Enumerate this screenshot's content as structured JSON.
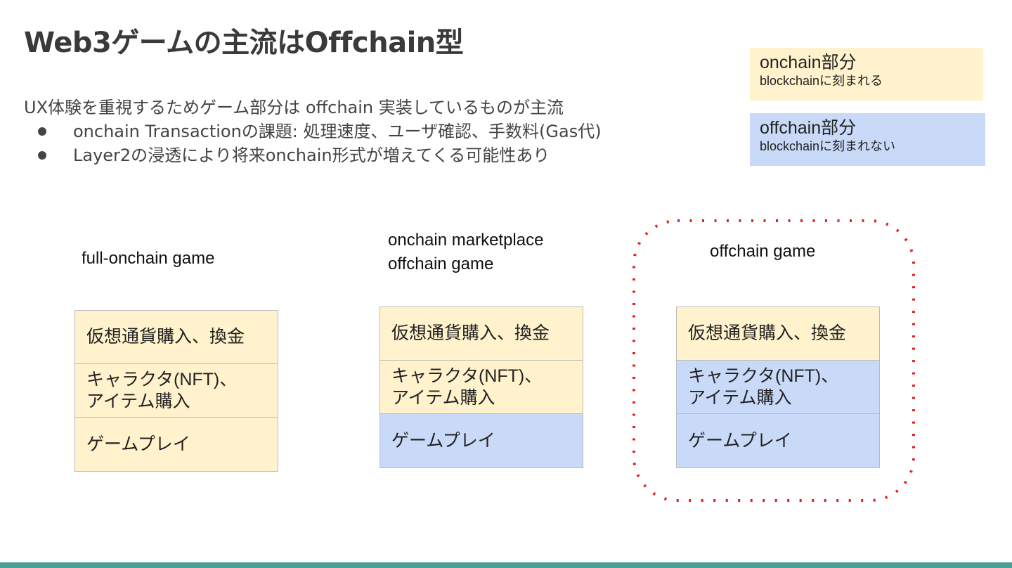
{
  "title": "Web3ゲームの主流はOffchain型",
  "body": {
    "lead": "UX体験を重視するためゲーム部分は offchain 実装しているものが主流",
    "bullets": [
      "onchain Transactionの課題: 処理速度、ユーザ確認、手数料(Gas代)",
      "Layer2の浸透により将来onchain形式が増えてくる可能性あり"
    ]
  },
  "legend": {
    "onchain": {
      "title": "onchain部分",
      "sub": "blockchainに刻まれる",
      "color": "#fff2cc"
    },
    "offchain": {
      "title": "offchain部分",
      "sub": "blockchainに刻まれない",
      "color": "#c9daf8"
    }
  },
  "columns": [
    {
      "caption": "full-onchain game",
      "rows": [
        {
          "label": "仮想通貨購入、換金",
          "type": "onchain"
        },
        {
          "label": "キャラクタ(NFT)、\nアイテム購入",
          "type": "onchain"
        },
        {
          "label": "ゲームプレイ",
          "type": "onchain"
        }
      ]
    },
    {
      "caption": "onchain marketplace\noffchain game",
      "rows": [
        {
          "label": "仮想通貨購入、換金",
          "type": "onchain"
        },
        {
          "label": "キャラクタ(NFT)、\nアイテム購入",
          "type": "onchain"
        },
        {
          "label": "ゲームプレイ",
          "type": "offchain"
        }
      ]
    },
    {
      "caption": "offchain game",
      "rows": [
        {
          "label": "仮想通貨購入、換金",
          "type": "onchain"
        },
        {
          "label": "キャラクタ(NFT)、\nアイテム購入",
          "type": "offchain"
        },
        {
          "label": "ゲームプレイ",
          "type": "offchain"
        }
      ]
    }
  ],
  "colors": {
    "highlight": "#e02020",
    "footer": "#4a9e93"
  }
}
